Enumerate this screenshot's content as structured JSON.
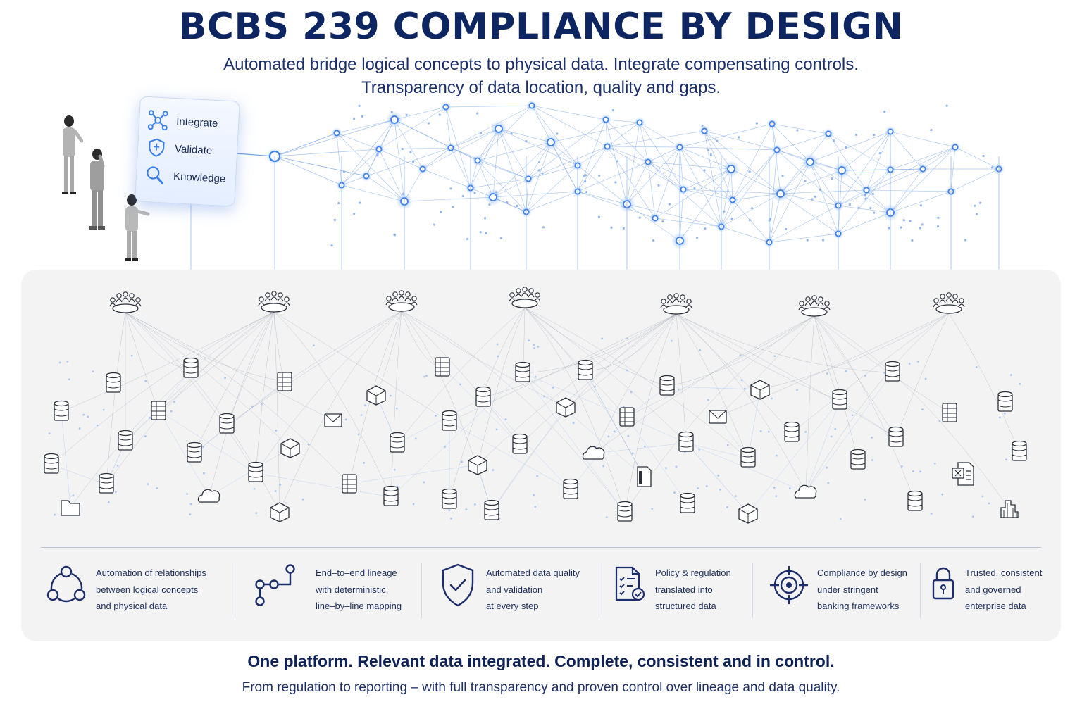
{
  "header": {
    "title": "BCBS 239 COMPLIANCE BY DESIGN",
    "subtitle_line1": "Automated bridge logical concepts to physical data. Integrate compensating controls.",
    "subtitle_line2": "Transparency of data location, quality and gaps."
  },
  "capability_card": {
    "items": [
      {
        "label": "Integrate",
        "icon": "network-icon"
      },
      {
        "label": "Validate",
        "icon": "shield-icon"
      },
      {
        "label": "Knowledge",
        "icon": "search-icon"
      }
    ]
  },
  "features": [
    {
      "icon": "cycle-icon",
      "lines": [
        "Automation of relationships",
        "between logical concepts",
        "and physical data"
      ]
    },
    {
      "icon": "lineage-icon",
      "lines": [
        "End–to–end lineage",
        "with deterministic,",
        "line–by–line mapping"
      ]
    },
    {
      "icon": "shield-check-icon",
      "lines": [
        "Automated data quality",
        "and validation",
        "at every step"
      ]
    },
    {
      "icon": "policy-document-icon",
      "lines": [
        "Policy & regulation",
        "translated into",
        "structured data"
      ]
    },
    {
      "icon": "target-icon",
      "lines": [
        "Compliance by design",
        "under stringent",
        "banking frameworks"
      ]
    },
    {
      "icon": "lock-icon",
      "lines": [
        "Trusted, consistent",
        "and governed",
        "enterprise data"
      ]
    }
  ],
  "footer": {
    "tagline": "One platform. Relevant data integrated. Complete, consistent and in control.",
    "subline": "From regulation to reporting – with full transparency and proven control over lineage and data quality."
  },
  "colors": {
    "title": "#0d2560",
    "accent_blue": "#3d7fe6",
    "panel": "#f3f3f4",
    "icon_stroke": "#1d2f6b"
  }
}
